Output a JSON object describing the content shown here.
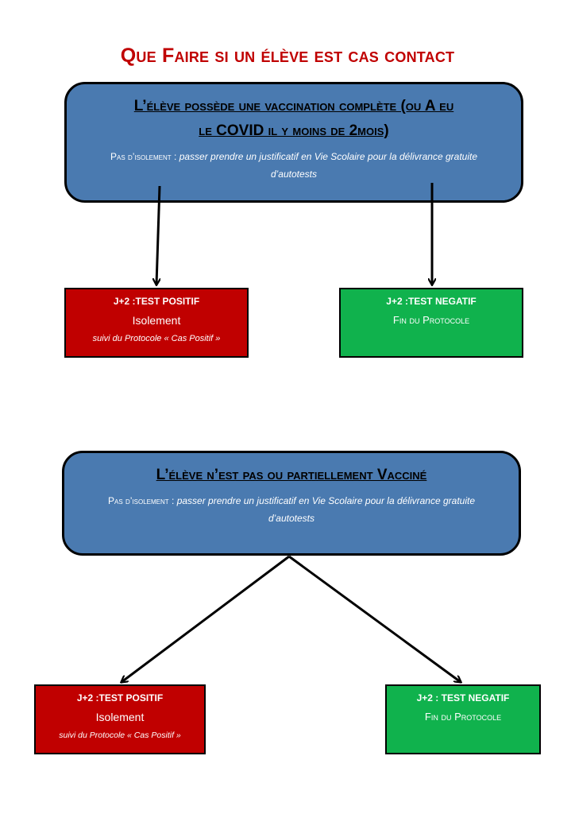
{
  "title": "Que Faire si un élève est cas contact",
  "colors": {
    "title": "#c00000",
    "blue_box": "#4a7ab0",
    "red_box": "#c00000",
    "green_box": "#10b24d",
    "border": "#000000"
  },
  "section1": {
    "heading_line1": "L’élève possède une vaccination complète (ou A eu",
    "heading_line2": "le COVID il y moins de 2mois)",
    "isolement_label": "Pas d’isolement :",
    "isolement_text": "passer prendre un justificatif en Vie Scolaire pour la délivrance gratuite",
    "isolement_text2": "d’autotests",
    "positive": {
      "title": "J+2 :TEST POSITIF",
      "line": "Isolement",
      "sub": "suivi du Protocole « Cas Positif »"
    },
    "negative": {
      "title": "J+2 :TEST NEGATIF",
      "line": "Fin du Protocole"
    }
  },
  "section2": {
    "heading": "L’élève n’est pas ou partiellement Vacciné",
    "isolement_label": "Pas d’isolement :",
    "isolement_text": "passer prendre un justificatif en Vie Scolaire pour la délivrance gratuite",
    "isolement_text2": "d’autotests",
    "positive": {
      "title": "J+2 :TEST POSITIF",
      "line": "Isolement",
      "sub": "suivi du Protocole « Cas Positif »"
    },
    "negative": {
      "title": "J+2 : TEST NEGATIF",
      "line": "Fin du Protocole"
    }
  }
}
